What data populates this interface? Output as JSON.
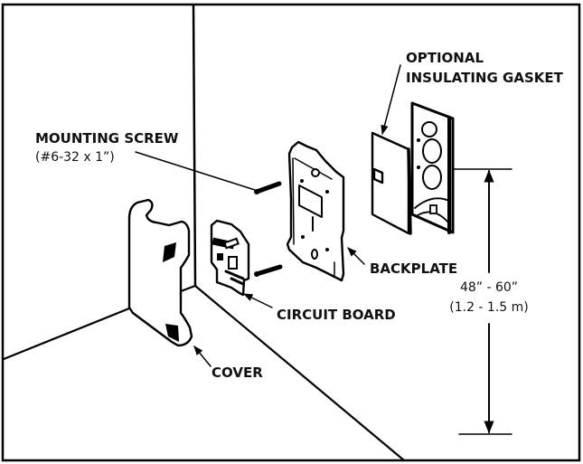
{
  "diagram": {
    "title": "Thermostat wall installation",
    "colors": {
      "line": "#000000",
      "text": "#111111",
      "background": "#ffffff"
    },
    "labels": {
      "optional_gasket_line1": "OPTIONAL",
      "optional_gasket_line2": "INSULATING GASKET",
      "mounting_screw": "MOUNTING SCREW",
      "mounting_screw_spec": "(#6-32 x 1”)",
      "backplate": "BACKPLATE",
      "circuit_board": "CIRCUIT BOARD",
      "cover": "COVER",
      "height_imperial": "48” - 60”",
      "height_metric": "(1.2 - 1.5 m)"
    },
    "components": [
      "cover",
      "circuit-board",
      "mounting-screws",
      "backplate",
      "optional-insulating-gasket",
      "electrical-box"
    ]
  }
}
